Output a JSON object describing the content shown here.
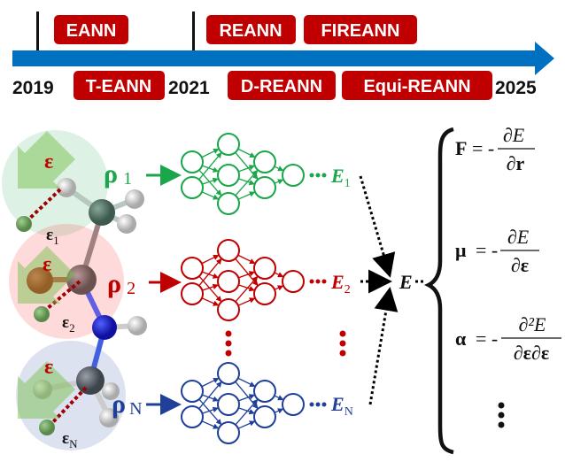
{
  "timeline": {
    "years": [
      "2019",
      "2021",
      "2025"
    ],
    "models_above": [
      "EANN",
      "REANN",
      "FIREANN"
    ],
    "models_below": [
      "T-EANN",
      "D-REANN",
      "Equi-REANN"
    ]
  },
  "molecule": {
    "field_label": "ε",
    "field_labels_local": [
      "ε",
      "1",
      "ε",
      "2",
      "ε",
      "N"
    ],
    "densities": [
      {
        "symbol": "ρ",
        "sub": "1",
        "color": "#1aa64a"
      },
      {
        "symbol": "ρ",
        "sub": "2",
        "color": "#c00000"
      },
      {
        "symbol": "ρ",
        "sub": "N",
        "color": "#1f3f99"
      }
    ]
  },
  "networks": {
    "outputs": [
      {
        "symbol": "E",
        "sub": "1"
      },
      {
        "symbol": "E",
        "sub": "2"
      },
      {
        "symbol": "E",
        "sub": "N"
      }
    ],
    "total": "E"
  },
  "equations": [
    {
      "lhs": "F",
      "num": "∂E",
      "den": "∂r"
    },
    {
      "lhs": "μ",
      "num": "∂E",
      "den": "∂ε"
    },
    {
      "lhs": "α",
      "num": "∂²E",
      "den": "∂ε∂ε"
    }
  ],
  "eq_sign": "= -",
  "colors": {
    "timeline": "#0070c0",
    "box": "#c00000",
    "green": "#1aa64a",
    "red": "#c00000",
    "blue": "#1f3f99"
  }
}
